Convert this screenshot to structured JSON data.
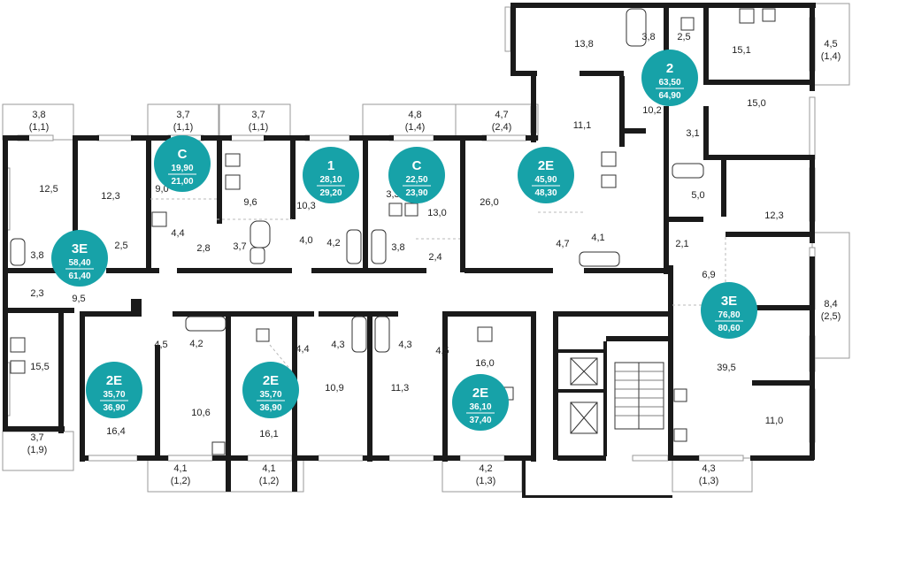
{
  "floor_plan": {
    "apartments": [
      {
        "type": "C",
        "area_living": "19,90",
        "area_total": "21,00"
      },
      {
        "type": "1",
        "area_living": "28,10",
        "area_total": "29,20"
      },
      {
        "type": "C",
        "area_living": "22,50",
        "area_total": "23,90"
      },
      {
        "type": "2E",
        "area_living": "45,90",
        "area_total": "48,30"
      },
      {
        "type": "2",
        "area_living": "63,50",
        "area_total": "64,90"
      },
      {
        "type": "3E",
        "area_living": "58,40",
        "area_total": "61,40"
      },
      {
        "type": "3E",
        "area_living": "76,80",
        "area_total": "80,60"
      },
      {
        "type": "2E",
        "area_living": "35,70",
        "area_total": "36,90"
      },
      {
        "type": "2E",
        "area_living": "35,70",
        "area_total": "36,90"
      },
      {
        "type": "2E",
        "area_living": "36,10",
        "area_total": "37,40"
      }
    ],
    "balconies": [
      {
        "area": "3,8",
        "reduced": "(1,1)"
      },
      {
        "area": "3,7",
        "reduced": "(1,1)"
      },
      {
        "area": "3,7",
        "reduced": "(1,1)"
      },
      {
        "area": "4,8",
        "reduced": "(1,4)"
      },
      {
        "area": "4,7",
        "reduced": "(2,4)"
      },
      {
        "area": "4,5",
        "reduced": "(1,4)"
      },
      {
        "area": "8,4",
        "reduced": "(2,5)"
      },
      {
        "area": "3,7",
        "reduced": "(1,9)"
      },
      {
        "area": "4,1",
        "reduced": "(1,2)"
      },
      {
        "area": "4,1",
        "reduced": "(1,2)"
      },
      {
        "area": "4,2",
        "reduced": "(1,3)"
      },
      {
        "area": "4,3",
        "reduced": "(1,3)"
      }
    ],
    "rooms": [
      "13,8",
      "3,8",
      "2,5",
      "15,1",
      "10,2",
      "15,0",
      "11,1",
      "3,1",
      "5,0",
      "12,3",
      "2,1",
      "6,9",
      "12,5",
      "12,3",
      "9,0",
      "4,4",
      "2,8",
      "9,6",
      "3,7",
      "10,3",
      "4,0",
      "4,2",
      "3,3",
      "13,0",
      "3,8",
      "2,4",
      "26,0",
      "4,7",
      "4,1",
      "3,8",
      "2,5",
      "2,3",
      "9,5",
      "15,5",
      "4,5",
      "4,2",
      "10,6",
      "16,4",
      "16,1",
      "4,4",
      "4,3",
      "10,9",
      "4,3",
      "11,3",
      "4,5",
      "16,0",
      "39,5",
      "11,0"
    ]
  }
}
